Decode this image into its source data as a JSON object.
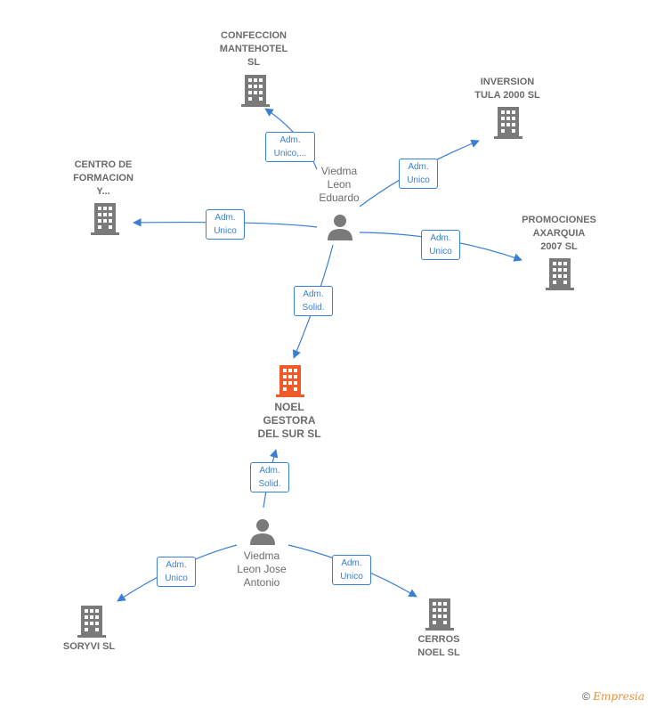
{
  "nodes": {
    "confeccion": {
      "label": "CONFECCION\nMANTEHOTEL\nSL",
      "icon": "building-icon",
      "color": "#7a7a7a"
    },
    "inversion": {
      "label": "INVERSION\nTULA 2000  SL",
      "icon": "building-icon",
      "color": "#7a7a7a"
    },
    "centro": {
      "label": "CENTRO DE\nFORMACION\nY...",
      "icon": "building-icon",
      "color": "#7a7a7a"
    },
    "promociones": {
      "label": "PROMOCIONES\nAXARQUIA\n2007 SL",
      "icon": "building-icon",
      "color": "#7a7a7a"
    },
    "noel": {
      "label": "NOEL\nGESTORA\nDEL SUR  SL",
      "icon": "building-icon",
      "color": "#f05a28"
    },
    "soryvi": {
      "label": "SORYVI  SL",
      "icon": "building-icon",
      "color": "#7a7a7a"
    },
    "cerros": {
      "label": "CERROS\nNOEL  SL",
      "icon": "building-icon",
      "color": "#7a7a7a"
    },
    "eduardo": {
      "label": "Viedma\nLeon\nEduardo",
      "icon": "person-icon",
      "color": "#7a7a7a"
    },
    "antonio": {
      "label": "Viedma\nLeon Jose\nAntonio",
      "icon": "person-icon",
      "color": "#7a7a7a"
    }
  },
  "relations": {
    "r_confeccion": "Adm.\nUnico,...",
    "r_inversion": "Adm.\nUnico",
    "r_centro": "Adm.\nUnico",
    "r_promociones": "Adm.\nUnico",
    "r_noel_eduardo": "Adm.\nSolid.",
    "r_noel_antonio": "Adm.\nSolid.",
    "r_soryvi": "Adm.\nUnico",
    "r_cerros": "Adm.\nUnico"
  },
  "colors": {
    "edge": "#3b7fd4",
    "highlight": "#f05a28",
    "icon": "#7a7a7a"
  },
  "footer": {
    "copyright": "©",
    "brand": "Empresia"
  }
}
